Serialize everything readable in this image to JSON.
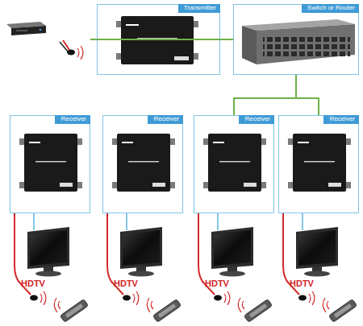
{
  "diagram": {
    "nodes": [
      {
        "text": [
          "Transmitter"
        ]
      },
      {
        "text": [
          "Switch or Router"
        ]
      },
      {
        "text": [
          "Receiver"
        ]
      },
      {
        "text": [
          "Receiver"
        ]
      },
      {
        "text": [
          "Receiver"
        ]
      },
      {
        "text": [
          "Receiver"
        ]
      }
    ],
    "edges": [
      {
        "from": 0,
        "to": 1,
        "arrow": "none"
      },
      {
        "from": 1,
        "to": 2,
        "arrow": "none"
      },
      {
        "from": 1,
        "to": 3,
        "arrow": "none"
      },
      {
        "from": 1,
        "to": 4,
        "arrow": "none"
      },
      {
        "from": 1,
        "to": 5,
        "arrow": "none"
      }
    ],
    "labels": [
      "HDTV",
      "HDTV",
      "HDTV",
      "HDTV"
    ]
  }
}
